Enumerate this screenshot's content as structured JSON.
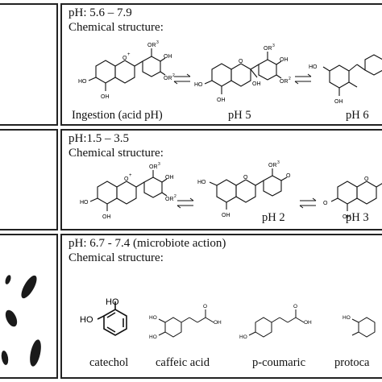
{
  "rows": [
    {
      "ph": "pH: 5.6 – 7.9",
      "chem": "Chemical structure:",
      "labels": [
        "Ingestion (acid pH)",
        "pH 5",
        "pH 6"
      ]
    },
    {
      "ph": "pH:1.5 – 3.5",
      "chem": "Chemical structure:",
      "labels": [
        "pH 2",
        "pH 3"
      ]
    },
    {
      "ph": "pH: 6.7 -  7.4 (microbiote action)",
      "chem": "Chemical structure:",
      "labels": [
        "catechol",
        "caffeic acid",
        "p-coumaric",
        "protoca"
      ]
    }
  ],
  "atoms": {
    "oh": "OH",
    "ho": "HO",
    "o": "O",
    "oplus": "O",
    "plus": "+",
    "or3": "OR",
    "or2": "OR",
    "sup3": "3",
    "sup2": "2"
  }
}
